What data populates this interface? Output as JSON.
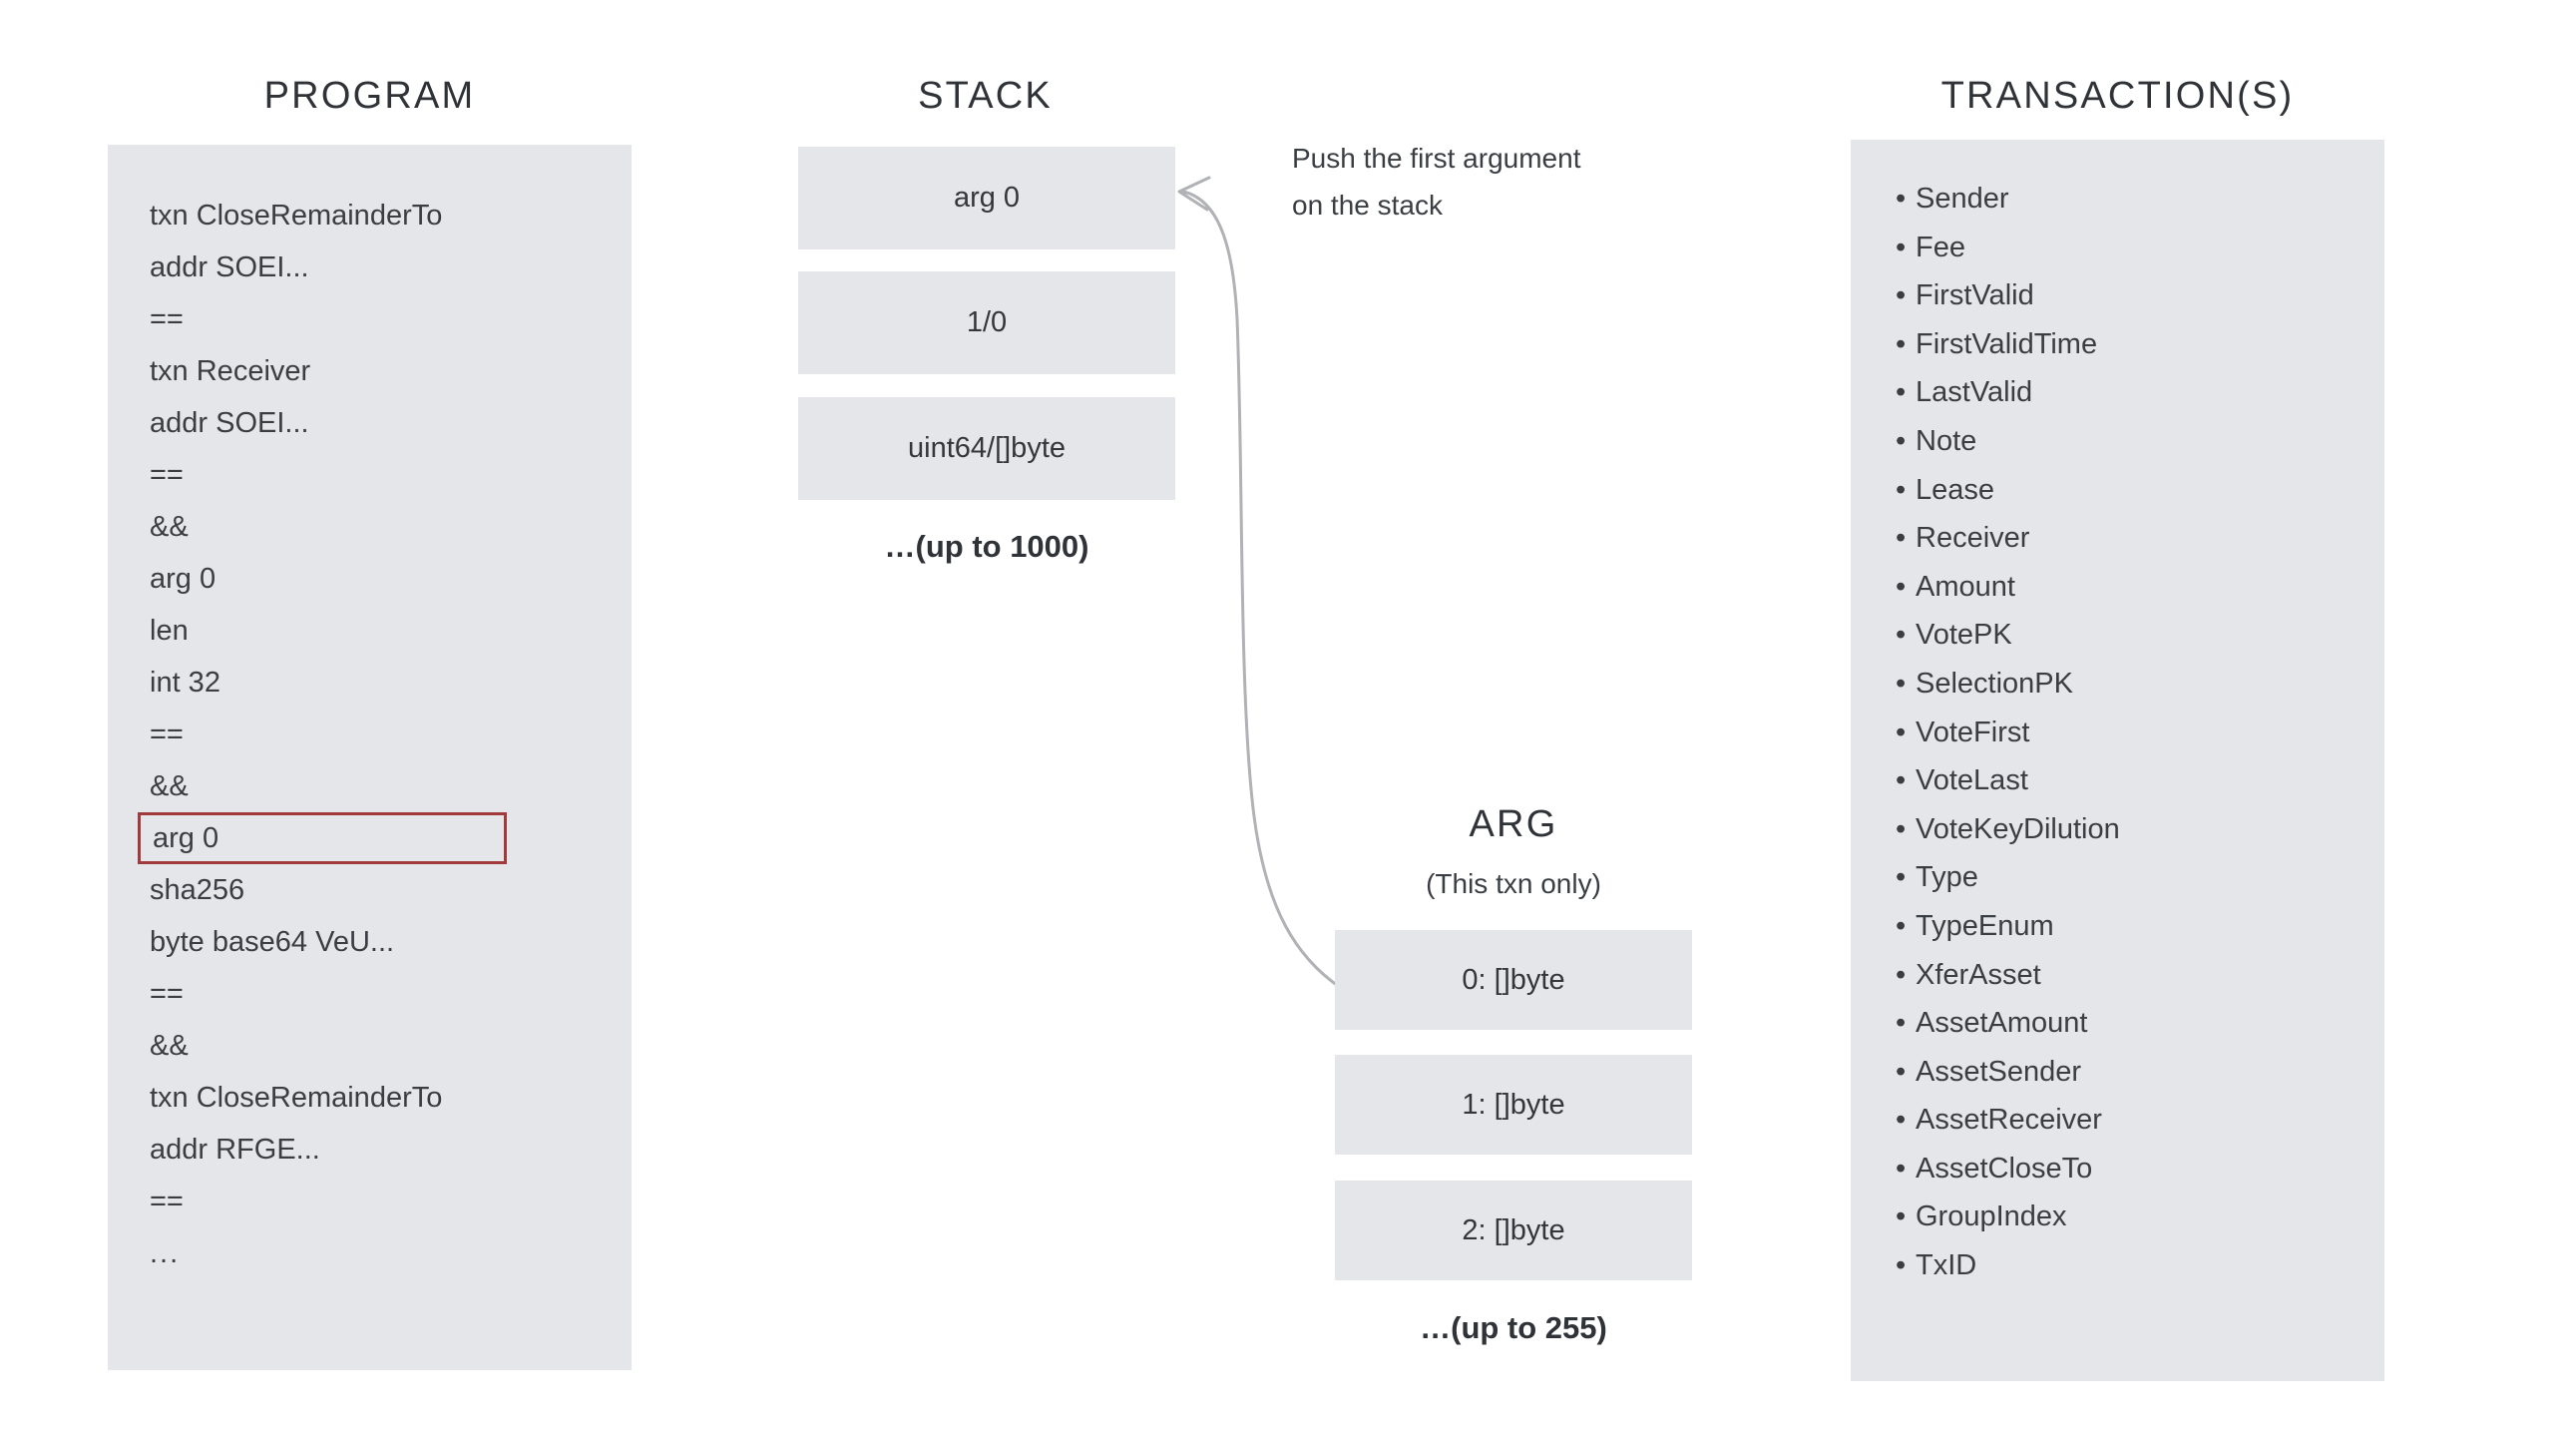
{
  "program": {
    "title": "PROGRAM",
    "lines": [
      {
        "text": "txn CloseRemainderTo",
        "highlight": false
      },
      {
        "text": "addr SOEI...",
        "highlight": false
      },
      {
        "text": "==",
        "highlight": false
      },
      {
        "text": "txn Receiver",
        "highlight": false
      },
      {
        "text": "addr SOEI...",
        "highlight": false
      },
      {
        "text": "==",
        "highlight": false
      },
      {
        "text": "&&",
        "highlight": false
      },
      {
        "text": "arg 0",
        "highlight": false
      },
      {
        "text": "len",
        "highlight": false
      },
      {
        "text": "int 32",
        "highlight": false
      },
      {
        "text": "==",
        "highlight": false
      },
      {
        "text": "&&",
        "highlight": false
      },
      {
        "text": "arg 0",
        "highlight": true
      },
      {
        "text": "sha256",
        "highlight": false
      },
      {
        "text": "byte base64 VeU...",
        "highlight": false
      },
      {
        "text": "==",
        "highlight": false
      },
      {
        "text": "&&",
        "highlight": false
      },
      {
        "text": "txn CloseRemainderTo",
        "highlight": false
      },
      {
        "text": "addr RFGE...",
        "highlight": false
      },
      {
        "text": "==",
        "highlight": false
      },
      {
        "text": "...",
        "highlight": false
      }
    ],
    "highlight_color": "#a03a3c",
    "panel_color": "#e4e6ea"
  },
  "stack": {
    "title": "STACK",
    "cells": [
      "arg 0",
      "1/0",
      "uint64/[]byte"
    ],
    "more_label": "…(up to 1000)"
  },
  "annotation": {
    "line1": "Push the first argument",
    "line2": "on the stack"
  },
  "arg": {
    "title": "ARG",
    "subtitle": "(This txn only)",
    "cells": [
      "0: []byte",
      "1: []byte",
      "2: []byte"
    ],
    "more_label": "…(up to 255)"
  },
  "transactions": {
    "title": "TRANSACTION(S)",
    "bullet": "•",
    "fields": [
      "Sender",
      "Fee",
      "FirstValid",
      "FirstValidTime",
      "LastValid",
      "Note",
      "Lease",
      "Receiver",
      "Amount",
      "VotePK",
      "SelectionPK",
      "VoteFirst",
      "VoteLast",
      "VoteKeyDilution",
      "Type",
      "TypeEnum",
      "XferAsset",
      "AssetAmount",
      "AssetSender",
      "AssetReceiver",
      "AssetCloseTo",
      "GroupIndex",
      "TxID"
    ]
  }
}
